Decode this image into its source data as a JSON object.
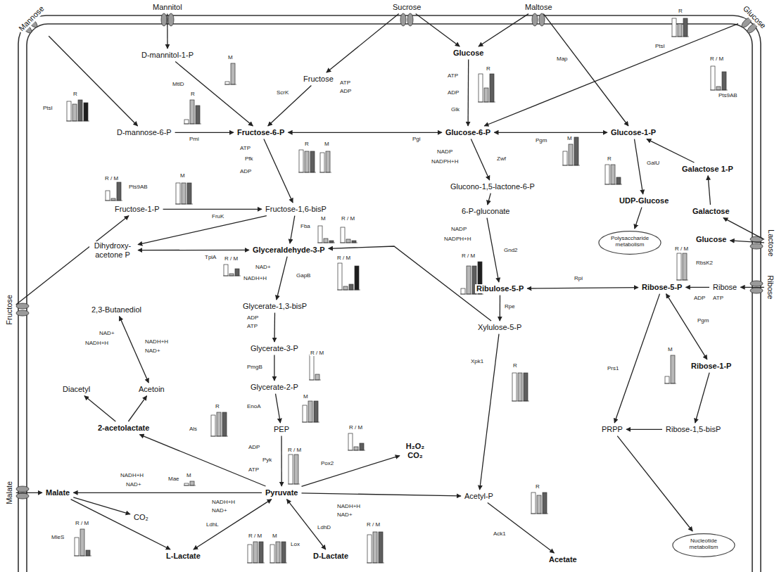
{
  "diagram": {
    "nodes": [
      {
        "text": [
          "Mannose"
        ]
      },
      {
        "text": [
          "Mannitol"
        ]
      },
      {
        "text": [
          "Sucrose"
        ]
      },
      {
        "text": [
          "Maltose"
        ]
      },
      {
        "text": [
          "Glucose"
        ]
      },
      {
        "text": [
          "Fructose"
        ]
      },
      {
        "text": [
          "Malate"
        ]
      },
      {
        "text": [
          "Lactose"
        ]
      },
      {
        "text": [
          "Ribose"
        ]
      },
      {
        "text": [
          "D-mannitol-1-P"
        ]
      },
      {
        "text": [
          "D-mannose-6-P"
        ]
      },
      {
        "text": [
          "Fructose-6-P"
        ]
      },
      {
        "text": [
          "Fructose"
        ]
      },
      {
        "text": [
          "Glucose"
        ]
      },
      {
        "text": [
          "Glucose-6-P"
        ]
      },
      {
        "text": [
          "Glucose-1-P"
        ]
      },
      {
        "text": [
          "Fructose-1-P"
        ]
      },
      {
        "text": [
          "Fructose-1,6-bisP"
        ]
      },
      {
        "text": [
          "Dihydroxy- acetone P"
        ]
      },
      {
        "text": [
          "Glyceraldehyde-3-P"
        ]
      },
      {
        "text": [
          "Glycerate-1,3-bisP"
        ]
      },
      {
        "text": [
          "Glycerate-3-P"
        ]
      },
      {
        "text": [
          "Glycerate-2-P"
        ]
      },
      {
        "text": [
          "PEP"
        ]
      },
      {
        "text": [
          "Pyruvate"
        ]
      },
      {
        "text": [
          "2-acetolactate"
        ]
      },
      {
        "text": [
          "Diacetyl"
        ]
      },
      {
        "text": [
          "Acetoin"
        ]
      },
      {
        "text": [
          "2,3-Butanediol"
        ]
      },
      {
        "text": [
          "Malate"
        ]
      },
      {
        "text": [
          "L-Lactate"
        ]
      },
      {
        "text": [
          "D-Lactate"
        ]
      },
      {
        "text": [
          "H₂O₂ CO₂"
        ]
      },
      {
        "text": [
          "Acetyl-P"
        ]
      },
      {
        "text": [
          "Acetate"
        ]
      },
      {
        "text": [
          "CO₂"
        ]
      },
      {
        "text": [
          "Glucono-1,5-lactone-6-P"
        ]
      },
      {
        "text": [
          "6-P-gluconate"
        ]
      },
      {
        "text": [
          "Ribulose-5-P"
        ]
      },
      {
        "text": [
          "Xylulose-5-P"
        ]
      },
      {
        "text": [
          "UDP-Glucose"
        ]
      },
      {
        "text": [
          "Galactose 1-P"
        ]
      },
      {
        "text": [
          "Galactose"
        ]
      },
      {
        "text": [
          "Glucose"
        ]
      },
      {
        "text": [
          "Ribose-5-P"
        ]
      },
      {
        "text": [
          "Ribose"
        ]
      },
      {
        "text": [
          "Ribose-1-P"
        ]
      },
      {
        "text": [
          "Ribose-1,5-bisP"
        ]
      },
      {
        "text": [
          "PRPP"
        ]
      },
      {
        "text": [
          "Polysaccharide metabolism"
        ]
      },
      {
        "text": [
          "Nucleotide metabolism"
        ]
      }
    ],
    "edges": [
      {
        "from": 0,
        "to": 10,
        "arrow": "to"
      },
      {
        "from": 1,
        "to": 9,
        "arrow": "to"
      },
      {
        "from": 9,
        "to": 11,
        "arrow": "to"
      },
      {
        "from": 10,
        "to": 11,
        "arrow": "to"
      },
      {
        "from": 2,
        "to": 12,
        "arrow": "to"
      },
      {
        "from": 2,
        "to": 13,
        "arrow": "to"
      },
      {
        "from": 12,
        "to": 11,
        "arrow": "to"
      },
      {
        "from": 3,
        "to": 13,
        "arrow": "to"
      },
      {
        "from": 3,
        "to": 15,
        "arrow": "to"
      },
      {
        "from": 13,
        "to": 14,
        "arrow": "to"
      },
      {
        "from": 4,
        "to": 14,
        "arrow": "to"
      },
      {
        "from": 14,
        "to": 11,
        "arrow": "both"
      },
      {
        "from": 14,
        "to": 15,
        "arrow": "both"
      },
      {
        "from": 14,
        "to": 36,
        "arrow": "to"
      },
      {
        "from": 36,
        "to": 37,
        "arrow": "to"
      },
      {
        "from": 37,
        "to": 38,
        "arrow": "to"
      },
      {
        "from": 38,
        "to": 39,
        "arrow": "to"
      },
      {
        "from": 39,
        "to": 19,
        "arrow": "to"
      },
      {
        "from": 39,
        "to": 33,
        "arrow": "to"
      },
      {
        "from": 15,
        "to": 40,
        "arrow": "to"
      },
      {
        "from": 40,
        "to": 49,
        "arrow": "to"
      },
      {
        "from": 41,
        "to": 15,
        "arrow": "to"
      },
      {
        "from": 42,
        "to": 41,
        "arrow": "to"
      },
      {
        "from": 7,
        "to": 42,
        "arrow": "to"
      },
      {
        "from": 7,
        "to": 43,
        "arrow": "to"
      },
      {
        "from": 5,
        "to": 16,
        "arrow": "to"
      },
      {
        "from": 16,
        "to": 17,
        "arrow": "to"
      },
      {
        "from": 11,
        "to": 17,
        "arrow": "to"
      },
      {
        "from": 17,
        "to": 19,
        "arrow": "to"
      },
      {
        "from": 17,
        "to": 18,
        "arrow": "to"
      },
      {
        "from": 18,
        "to": 19,
        "arrow": "both"
      },
      {
        "from": 19,
        "to": 20,
        "arrow": "to"
      },
      {
        "from": 20,
        "to": 21,
        "arrow": "to"
      },
      {
        "from": 21,
        "to": 22,
        "arrow": "to"
      },
      {
        "from": 22,
        "to": 23,
        "arrow": "to"
      },
      {
        "from": 23,
        "to": 24,
        "arrow": "to"
      },
      {
        "from": 24,
        "to": 25,
        "arrow": "to"
      },
      {
        "from": 25,
        "to": 27,
        "arrow": "to"
      },
      {
        "from": 25,
        "to": 26,
        "arrow": "to"
      },
      {
        "from": 27,
        "to": 28,
        "arrow": "both"
      },
      {
        "from": 24,
        "to": 29,
        "arrow": "to"
      },
      {
        "from": 6,
        "to": 29,
        "arrow": "to"
      },
      {
        "from": 29,
        "to": 35,
        "arrow": "to"
      },
      {
        "from": 29,
        "to": 30,
        "arrow": "to"
      },
      {
        "from": 24,
        "to": 30,
        "arrow": "both"
      },
      {
        "from": 24,
        "to": 31,
        "arrow": "both"
      },
      {
        "from": 24,
        "to": 32,
        "arrow": "to"
      },
      {
        "from": 24,
        "to": 33,
        "arrow": "to"
      },
      {
        "from": 33,
        "to": 34,
        "arrow": "to"
      },
      {
        "from": 8,
        "to": 45,
        "arrow": "to"
      },
      {
        "from": 45,
        "to": 44,
        "arrow": "to"
      },
      {
        "from": 44,
        "to": 38,
        "arrow": "both"
      },
      {
        "from": 44,
        "to": 46,
        "arrow": "both"
      },
      {
        "from": 46,
        "to": 47,
        "arrow": "to"
      },
      {
        "from": 47,
        "to": 48,
        "arrow": "to"
      },
      {
        "from": 44,
        "to": 48,
        "arrow": "to"
      },
      {
        "from": 48,
        "to": 50,
        "arrow": "to"
      }
    ],
    "labels": [
      "PtsI",
      "R",
      "R / M",
      "Pts9AB",
      "MtlD",
      "M",
      "R",
      "Pmi",
      "ScrK",
      "ATP",
      "ADP",
      "ATP",
      "ADP",
      "Glk",
      "R",
      "Map",
      "R",
      "PtsI",
      "R / M",
      "Pts9AB",
      "ATP",
      "Pfk",
      "ADP",
      "R",
      "M",
      "Pgi",
      "NADP",
      "NADPH+H",
      "Zwf",
      "Pgm",
      "M",
      "R",
      "GalU",
      "M",
      "FruK",
      "Fba",
      "M",
      "R / M",
      "TpiA",
      "R / M",
      "NAD+",
      "GapB",
      "NADH+H",
      "R / M",
      "NADP",
      "NADPH+H",
      "Gnd2",
      "R / M",
      "Rpe",
      "Rpi",
      "R / M",
      "RbsK2",
      "ADP",
      "ATP",
      "Pgm",
      "M",
      "Prs1",
      "ADP",
      "ATP",
      "PmgB",
      "R / M",
      "EnoA",
      "M",
      "Xpk1",
      "R",
      "NAD+",
      "NADH+H",
      "NADH+H",
      "NAD+",
      "Als",
      "R",
      "ADP",
      "Pyk",
      "ATP",
      "R / M",
      "NADH+H",
      "Mae",
      "M",
      "NAD+",
      "Pox2",
      "R / M",
      "NADH+H",
      "NAD+",
      "LdhL",
      "R / M",
      "M",
      "Lox",
      "NADH+H",
      "NAD+",
      "LdhD",
      "R / M",
      "MleS",
      "R / M",
      "R",
      "Ack1"
    ]
  }
}
